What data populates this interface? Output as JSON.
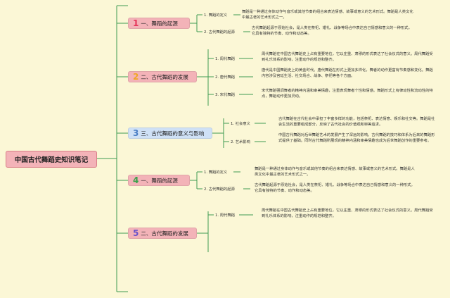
{
  "root": {
    "title": "中国古代舞蹈史知识笔记"
  },
  "branches": [
    {
      "num": "1",
      "title": "一、舞蹈的起源",
      "subs": [
        {
          "label": "1. 舞蹈的定义",
          "desc": "舞蹈是一种通过身体动作与音乐或其他节奏的组合来表达情感、故事或意义的艺术形式。舞蹈是人类文化中最古老的艺术形式之一。"
        },
        {
          "label": "2. 古代舞蹈的起源",
          "desc": "古代舞蹈起源于原始社会，是人类在祭祀、婚礼、战争等场合中表达自己情感和意义的一种形式。它具有独特的节奏、动作和动态美。"
        }
      ]
    },
    {
      "num": "2",
      "title": "二、古代舞蹈的发展",
      "subs": [
        {
          "label": "1. 周代舞蹈",
          "desc": "周代舞蹈在中国古代舞蹈史上占有重要地位，它以庄重、肃穆的形式表达了社会仪式的意义。周代舞蹈受到礼乐体系的影响，注重动作的规范和整齐。"
        },
        {
          "label": "2. 唐代舞蹈",
          "desc": "唐代是中国舞蹈史上的黄金时代。唐代舞蹈在形式上更加多样化，舞者的动作更富有节奏感和变化。舞蹈内容涉及宫廷生活、社交场合、战争、祭祀等各个方面。"
        },
        {
          "label": "3. 宋代舞蹈",
          "desc": "宋代舞蹈强调舞者的精神内涵和审美情趣，注重表现舞者个性和情感。舞蹈形式上有律动性和流动性的特点，舞蹈动作更加灵动。"
        }
      ]
    },
    {
      "num": "3",
      "title": "三、古代舞蹈的意义与影响",
      "subs": [
        {
          "label": "1. 社会意义",
          "desc": "古代舞蹈在古代社会中承担了丰富多样的功能，包括祭祀、表达情意、娱乐和社交等。舞蹈是社会生活的重要组成部分，反映了古代社会的价值观和审美追求。"
        },
        {
          "label": "2. 艺术影响",
          "desc": "中国古代舞蹈对后世舞蹈艺术的发展产生了深远的影响。古代舞蹈的技巧和体系为后来的舞蹈形式提供了基础。同时古代舞蹈所展现的精神内涵和审美情趣也成为后世舞蹈创作的重要参考。"
        }
      ]
    },
    {
      "num": "4",
      "title": "一、舞蹈的起源",
      "subs": [
        {
          "label": "1. 舞蹈的定义",
          "desc": "舞蹈是一种通过身体动作与音乐或其他节奏的组合来表达情感、故事或意义的艺术形式。舞蹈是人类文化中最古老的艺术形式之一。"
        },
        {
          "label": "2. 古代舞蹈的起源",
          "desc": "古代舞蹈起源于原始社会，是人类在祭祀、婚礼、战争等场合中表达自己情感和意义的一种形式。它具有独特的节奏、动作和动态美。"
        }
      ]
    },
    {
      "num": "5",
      "title": "二、古代舞蹈的发展",
      "subs": [
        {
          "label": "1. 周代舞蹈",
          "desc": "周代舞蹈在中国古代舞蹈史上占有重要地位，它以庄重、肃穆的形式表达了社会仪式的意义。周代舞蹈受到礼乐体系的影响，注重动作的规范和整齐。"
        }
      ]
    }
  ],
  "colors": {
    "line": "#3f9b52",
    "root_fill": "#f3b3b8",
    "branch_pink": "#f3b3b8",
    "branch_blue": "#cfe1f6"
  }
}
